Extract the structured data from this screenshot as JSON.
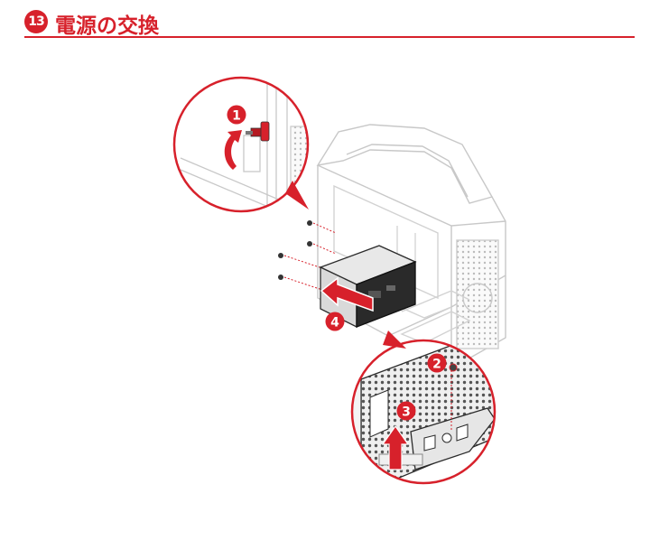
{
  "header": {
    "step_number": "13",
    "title": "電源の交換"
  },
  "callouts": [
    "1",
    "2",
    "3",
    "4"
  ],
  "colors": {
    "accent": "#d7212b",
    "line": "#2b2b2b",
    "faint": "#c8c8c8"
  },
  "icons": [
    "screw-icon",
    "thumbscrew-icon",
    "arrow-icon"
  ]
}
